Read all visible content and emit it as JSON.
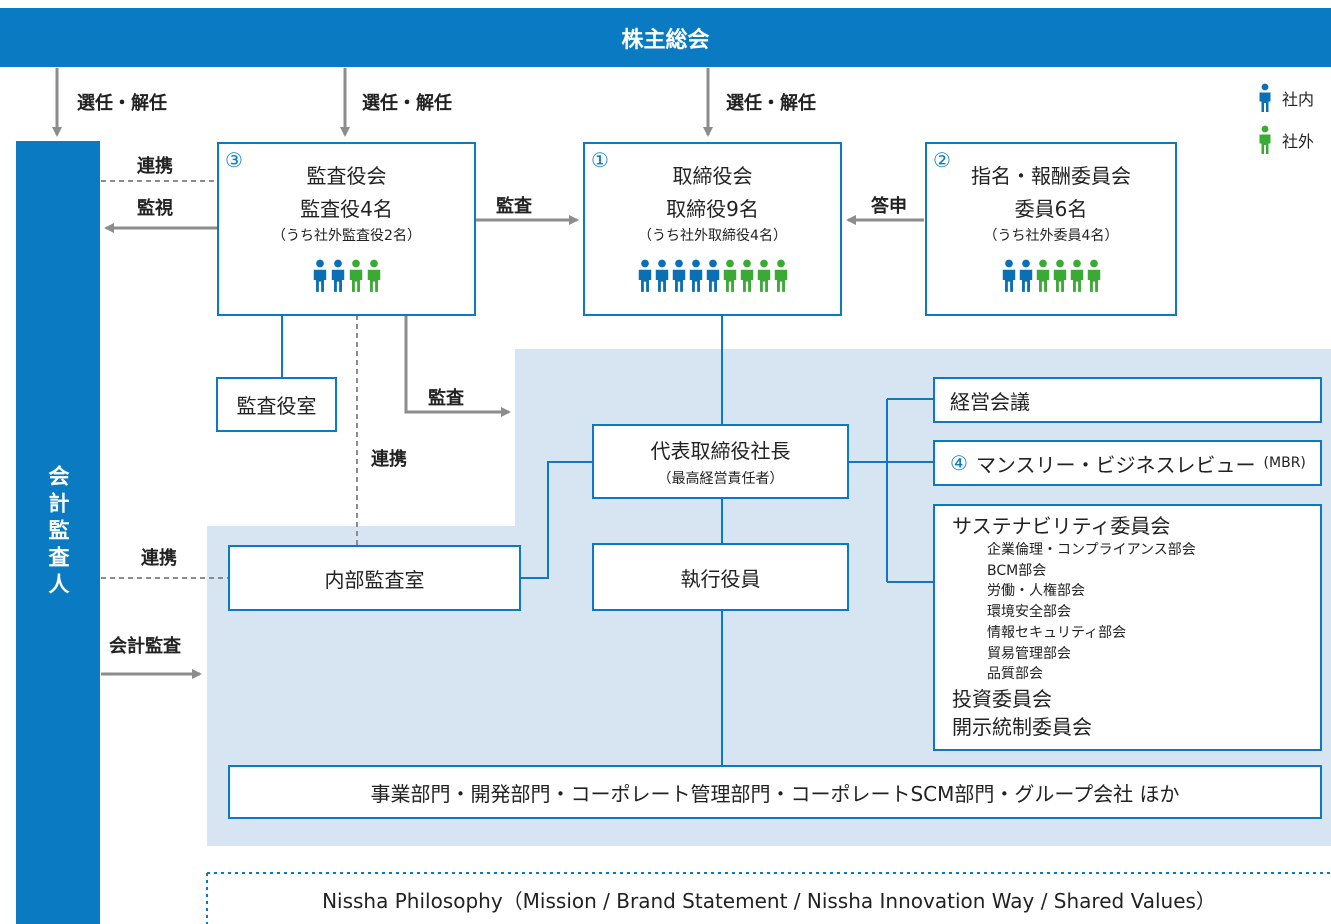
{
  "top": {
    "title": "株主総会"
  },
  "legend": {
    "internal": "社内",
    "external": "社外"
  },
  "colors": {
    "internal": "#0a6fb5",
    "external": "#3aaa35",
    "brand": "#0a7bc2",
    "shade": "#d7e4f2",
    "arrow": "#8c8c8c"
  },
  "labels": {
    "elect1": "選任・解任",
    "elect2": "選任・解任",
    "elect3": "選任・解任",
    "renkei1": "連携",
    "kanshi": "監視",
    "kansa1": "監査",
    "toushin": "答申",
    "kansa2": "監査",
    "renkei2": "連携",
    "renkei3": "連携",
    "kaikei_kansa": "会計監査"
  },
  "auditor": {
    "title": "会計監査人"
  },
  "board_audit": {
    "num": "③",
    "line1": "監査役会",
    "line2": "監査役4名",
    "line3": "（うち社外監査役2名）",
    "internal": 2,
    "external": 2
  },
  "board": {
    "num": "①",
    "line1": "取締役会",
    "line2": "取締役9名",
    "line3": "（うち社外取締役4名）",
    "internal": 5,
    "external": 4
  },
  "nomination": {
    "num": "②",
    "line1": "指名・報酬委員会",
    "line2": "委員6名",
    "line3": "（うち社外委員4名）",
    "internal": 2,
    "external": 4
  },
  "audit_office": {
    "title": "監査役室"
  },
  "ceo": {
    "title": "代表取締役社長",
    "sub": "（最高経営責任者）"
  },
  "exec": {
    "title": "執行役員"
  },
  "internal_audit": {
    "title": "内部監査室"
  },
  "mgmt_meeting": {
    "title": "経営会議"
  },
  "mbr": {
    "num": "④",
    "title": "マンスリー・ビジネスレビュー",
    "abbr": "(MBR)"
  },
  "sustainability": {
    "title": "サステナビリティ委員会",
    "items": [
      "企業倫理・コンプライアンス部会",
      "BCM部会",
      "労働・人権部会",
      "環境安全部会",
      "情報セキュリティ部会",
      "貿易管理部会",
      "品質部会"
    ],
    "investment": "投資委員会",
    "disclosure": "開示統制委員会"
  },
  "divisions": {
    "title": "事業部門・開発部門・コーポレート管理部門・コーポレートSCM部門・グループ会社 ほか"
  },
  "philosophy": {
    "title": "Nissha Philosophy（Mission / Brand Statement / Nissha Innovation Way / Shared Values）"
  }
}
